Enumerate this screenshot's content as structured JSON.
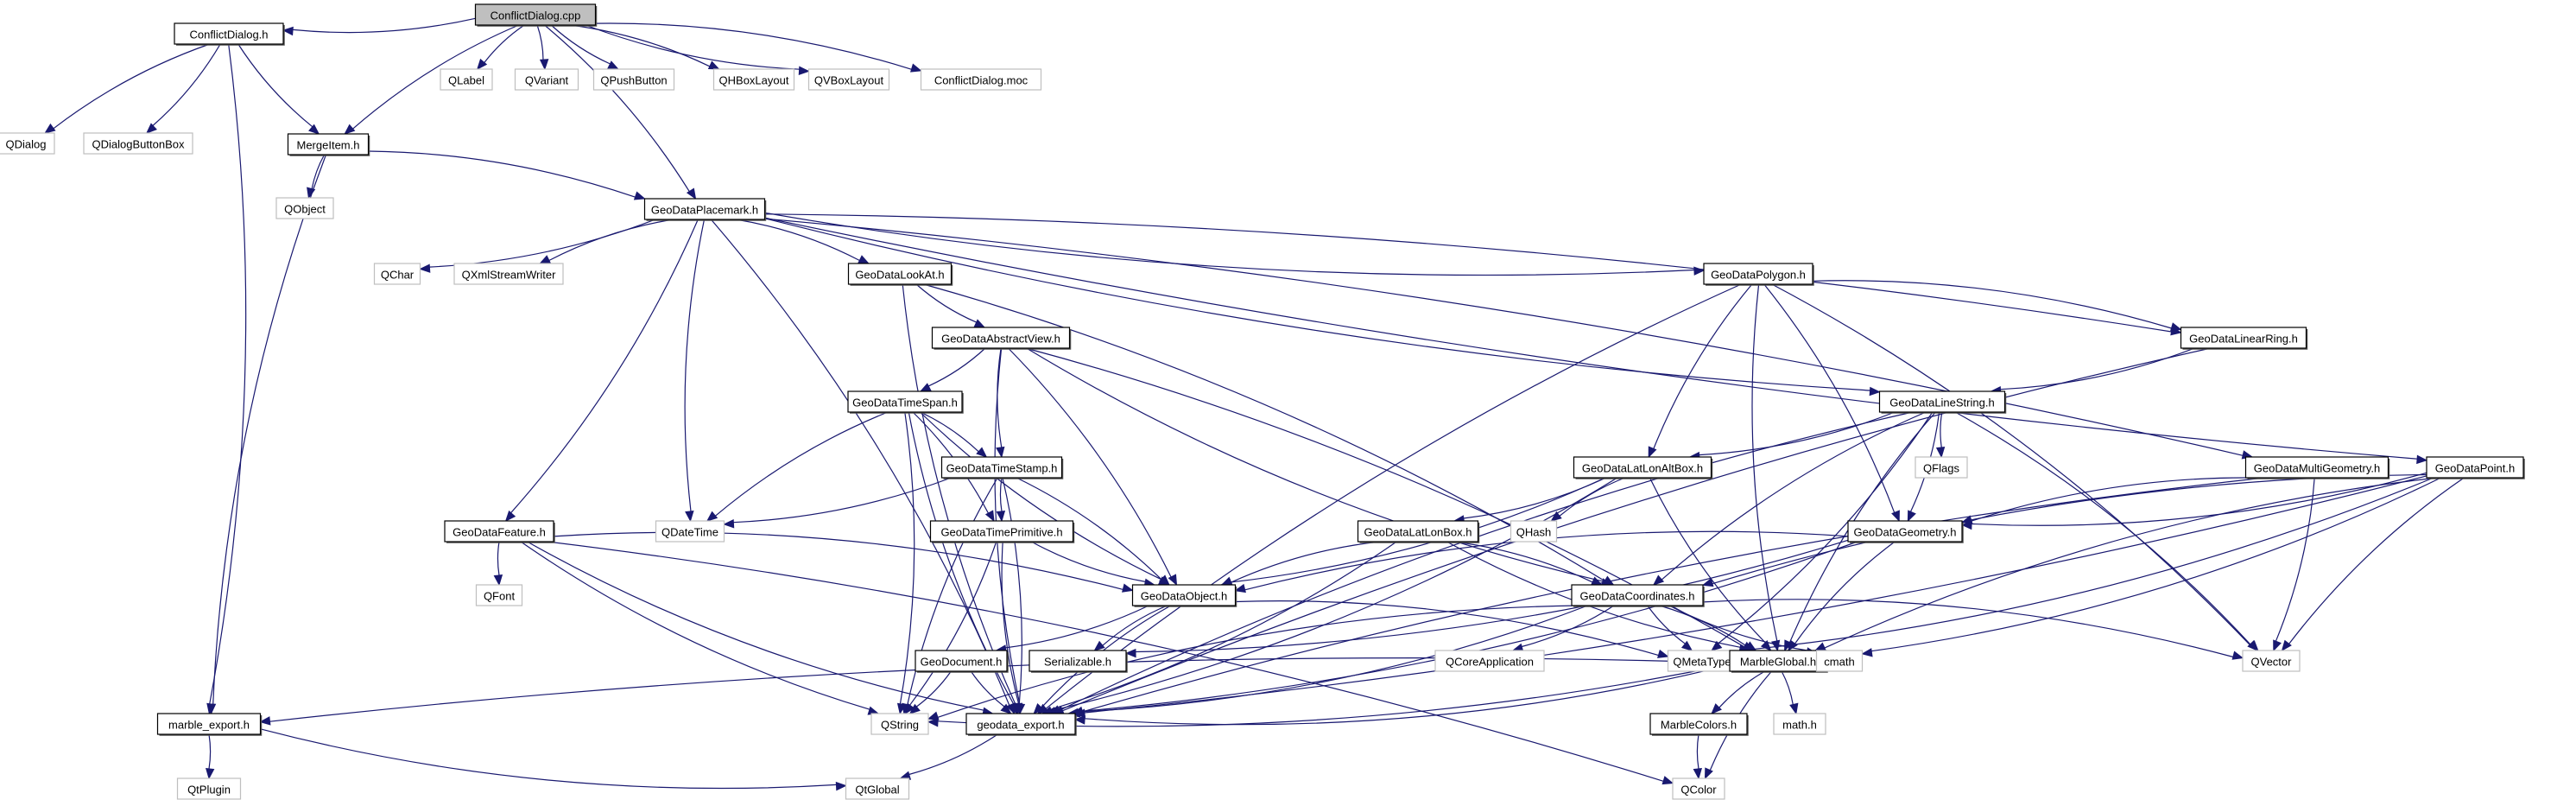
{
  "title": "ConflictDialog.cpp include dependency graph",
  "colors": {
    "edge": "#191970",
    "root_fill": "#bfbfbf",
    "local_border": "#000000",
    "external_border": "#bfbfbf"
  },
  "nodes": [
    {
      "id": "ConflictDialog.cpp",
      "kind": "root"
    },
    {
      "id": "ConflictDialog.h",
      "kind": "local"
    },
    {
      "id": "QLabel",
      "kind": "external"
    },
    {
      "id": "QVariant",
      "kind": "external"
    },
    {
      "id": "QPushButton",
      "kind": "external"
    },
    {
      "id": "QHBoxLayout",
      "kind": "external"
    },
    {
      "id": "QVBoxLayout",
      "kind": "external"
    },
    {
      "id": "ConflictDialog.moc",
      "kind": "external"
    },
    {
      "id": "QDialog",
      "kind": "external"
    },
    {
      "id": "QDialogButtonBox",
      "kind": "external"
    },
    {
      "id": "MergeItem.h",
      "kind": "local"
    },
    {
      "id": "QObject",
      "kind": "external"
    },
    {
      "id": "GeoDataPlacemark.h",
      "kind": "local"
    },
    {
      "id": "QChar",
      "kind": "external"
    },
    {
      "id": "QXmlStreamWriter",
      "kind": "external"
    },
    {
      "id": "GeoDataLookAt.h",
      "kind": "local"
    },
    {
      "id": "GeoDataPolygon.h",
      "kind": "local"
    },
    {
      "id": "GeoDataLinearRing.h",
      "kind": "local"
    },
    {
      "id": "GeoDataAbstractView.h",
      "kind": "local"
    },
    {
      "id": "GeoDataTimeSpan.h",
      "kind": "local"
    },
    {
      "id": "GeoDataLineString.h",
      "kind": "local"
    },
    {
      "id": "GeoDataTimeStamp.h",
      "kind": "local"
    },
    {
      "id": "GeoDataLatLonAltBox.h",
      "kind": "local"
    },
    {
      "id": "QFlags",
      "kind": "external"
    },
    {
      "id": "GeoDataMultiGeometry.h",
      "kind": "local"
    },
    {
      "id": "GeoDataPoint.h",
      "kind": "local"
    },
    {
      "id": "GeoDataFeature.h",
      "kind": "local"
    },
    {
      "id": "QDateTime",
      "kind": "external"
    },
    {
      "id": "GeoDataTimePrimitive.h",
      "kind": "local"
    },
    {
      "id": "GeoDataLatLonBox.h",
      "kind": "local"
    },
    {
      "id": "QHash",
      "kind": "external"
    },
    {
      "id": "GeoDataGeometry.h",
      "kind": "local"
    },
    {
      "id": "QFont",
      "kind": "external"
    },
    {
      "id": "GeoDataObject.h",
      "kind": "local"
    },
    {
      "id": "GeoDataCoordinates.h",
      "kind": "local"
    },
    {
      "id": "GeoDocument.h",
      "kind": "local"
    },
    {
      "id": "Serializable.h",
      "kind": "local"
    },
    {
      "id": "QCoreApplication",
      "kind": "external"
    },
    {
      "id": "QMetaType",
      "kind": "external"
    },
    {
      "id": "MarbleGlobal.h",
      "kind": "local"
    },
    {
      "id": "cmath",
      "kind": "external"
    },
    {
      "id": "QVector",
      "kind": "external"
    },
    {
      "id": "marble_export.h",
      "kind": "local"
    },
    {
      "id": "QString",
      "kind": "external"
    },
    {
      "id": "geodata_export.h",
      "kind": "local"
    },
    {
      "id": "MarbleColors.h",
      "kind": "local"
    },
    {
      "id": "math.h",
      "kind": "external"
    },
    {
      "id": "QtPlugin",
      "kind": "external"
    },
    {
      "id": "QtGlobal",
      "kind": "external"
    },
    {
      "id": "QColor",
      "kind": "external"
    }
  ],
  "edges": [
    [
      "ConflictDialog.cpp",
      "ConflictDialog.h"
    ],
    [
      "ConflictDialog.cpp",
      "MergeItem.h"
    ],
    [
      "ConflictDialog.cpp",
      "GeoDataPlacemark.h"
    ],
    [
      "ConflictDialog.cpp",
      "QLabel"
    ],
    [
      "ConflictDialog.cpp",
      "QVariant"
    ],
    [
      "ConflictDialog.cpp",
      "QPushButton"
    ],
    [
      "ConflictDialog.cpp",
      "QHBoxLayout"
    ],
    [
      "ConflictDialog.cpp",
      "QVBoxLayout"
    ],
    [
      "ConflictDialog.cpp",
      "ConflictDialog.moc"
    ],
    [
      "ConflictDialog.h",
      "QDialog"
    ],
    [
      "ConflictDialog.h",
      "QDialogButtonBox"
    ],
    [
      "ConflictDialog.h",
      "MergeItem.h"
    ],
    [
      "ConflictDialog.h",
      "marble_export.h"
    ],
    [
      "MergeItem.h",
      "QObject"
    ],
    [
      "MergeItem.h",
      "GeoDataPlacemark.h"
    ],
    [
      "MergeItem.h",
      "marble_export.h"
    ],
    [
      "GeoDataPlacemark.h",
      "QChar"
    ],
    [
      "GeoDataPlacemark.h",
      "QXmlStreamWriter"
    ],
    [
      "GeoDataPlacemark.h",
      "GeoDataFeature.h"
    ],
    [
      "GeoDataPlacemark.h",
      "QDateTime"
    ],
    [
      "GeoDataPlacemark.h",
      "GeoDataLookAt.h"
    ],
    [
      "GeoDataPlacemark.h",
      "GeoDataPolygon.h"
    ],
    [
      "GeoDataPlacemark.h",
      "GeoDataLinearRing.h"
    ],
    [
      "GeoDataPlacemark.h",
      "GeoDataLineString.h"
    ],
    [
      "GeoDataPlacemark.h",
      "GeoDataMultiGeometry.h"
    ],
    [
      "GeoDataPlacemark.h",
      "GeoDataPoint.h"
    ],
    [
      "GeoDataPlacemark.h",
      "geodata_export.h"
    ],
    [
      "GeoDataLookAt.h",
      "GeoDataAbstractView.h"
    ],
    [
      "GeoDataLookAt.h",
      "GeoDataCoordinates.h"
    ],
    [
      "GeoDataLookAt.h",
      "geodata_export.h"
    ],
    [
      "GeoDataAbstractView.h",
      "GeoDataTimeSpan.h"
    ],
    [
      "GeoDataAbstractView.h",
      "GeoDataTimeStamp.h"
    ],
    [
      "GeoDataAbstractView.h",
      "GeoDataObject.h"
    ],
    [
      "GeoDataAbstractView.h",
      "GeoDataCoordinates.h"
    ],
    [
      "GeoDataAbstractView.h",
      "MarbleGlobal.h"
    ],
    [
      "GeoDataAbstractView.h",
      "geodata_export.h"
    ],
    [
      "GeoDataTimeSpan.h",
      "GeoDataTimeStamp.h"
    ],
    [
      "GeoDataTimeSpan.h",
      "QDateTime"
    ],
    [
      "GeoDataTimeSpan.h",
      "GeoDataTimePrimitive.h"
    ],
    [
      "GeoDataTimeSpan.h",
      "GeoDataObject.h"
    ],
    [
      "GeoDataTimeSpan.h",
      "QString"
    ],
    [
      "GeoDataTimeSpan.h",
      "geodata_export.h"
    ],
    [
      "GeoDataTimeStamp.h",
      "QDateTime"
    ],
    [
      "GeoDataTimeStamp.h",
      "GeoDataTimePrimitive.h"
    ],
    [
      "GeoDataTimeStamp.h",
      "GeoDataObject.h"
    ],
    [
      "GeoDataTimeStamp.h",
      "QString"
    ],
    [
      "GeoDataTimeStamp.h",
      "geodata_export.h"
    ],
    [
      "GeoDataTimePrimitive.h",
      "GeoDataObject.h"
    ],
    [
      "GeoDataTimePrimitive.h",
      "QString"
    ],
    [
      "GeoDataTimePrimitive.h",
      "geodata_export.h"
    ],
    [
      "GeoDataPolygon.h",
      "GeoDataLinearRing.h"
    ],
    [
      "GeoDataPolygon.h",
      "GeoDataLatLonAltBox.h"
    ],
    [
      "GeoDataPolygon.h",
      "GeoDataGeometry.h"
    ],
    [
      "GeoDataPolygon.h",
      "MarbleGlobal.h"
    ],
    [
      "GeoDataPolygon.h",
      "QVector"
    ],
    [
      "GeoDataPolygon.h",
      "geodata_export.h"
    ],
    [
      "GeoDataLinearRing.h",
      "GeoDataLineString.h"
    ],
    [
      "GeoDataLinearRing.h",
      "geodata_export.h"
    ],
    [
      "GeoDataLineString.h",
      "GeoDataLatLonAltBox.h"
    ],
    [
      "GeoDataLineString.h",
      "QFlags"
    ],
    [
      "GeoDataLineString.h",
      "GeoDataGeometry.h"
    ],
    [
      "GeoDataLineString.h",
      "GeoDataCoordinates.h"
    ],
    [
      "GeoDataLineString.h",
      "QMetaType"
    ],
    [
      "GeoDataLineString.h",
      "MarbleGlobal.h"
    ],
    [
      "GeoDataLineString.h",
      "QVector"
    ],
    [
      "GeoDataLineString.h",
      "geodata_export.h"
    ],
    [
      "GeoDataLatLonAltBox.h",
      "GeoDataLatLonBox.h"
    ],
    [
      "GeoDataLatLonAltBox.h",
      "QHash"
    ],
    [
      "GeoDataLatLonAltBox.h",
      "GeoDataObject.h"
    ],
    [
      "GeoDataLatLonAltBox.h",
      "MarbleGlobal.h"
    ],
    [
      "GeoDataLatLonAltBox.h",
      "geodata_export.h"
    ],
    [
      "GeoDataLatLonBox.h",
      "GeoDataObject.h"
    ],
    [
      "GeoDataLatLonBox.h",
      "GeoDataCoordinates.h"
    ],
    [
      "GeoDataLatLonBox.h",
      "MarbleGlobal.h"
    ],
    [
      "GeoDataLatLonBox.h",
      "geodata_export.h"
    ],
    [
      "GeoDataMultiGeometry.h",
      "GeoDataGeometry.h"
    ],
    [
      "GeoDataMultiGeometry.h",
      "QVector"
    ],
    [
      "GeoDataMultiGeometry.h",
      "geodata_export.h"
    ],
    [
      "GeoDataPoint.h",
      "GeoDataGeometry.h"
    ],
    [
      "GeoDataPoint.h",
      "GeoDataCoordinates.h"
    ],
    [
      "GeoDataPoint.h",
      "QMetaType"
    ],
    [
      "GeoDataPoint.h",
      "MarbleGlobal.h"
    ],
    [
      "GeoDataPoint.h",
      "cmath"
    ],
    [
      "GeoDataPoint.h",
      "QVector"
    ],
    [
      "GeoDataPoint.h",
      "geodata_export.h"
    ],
    [
      "GeoDataGeometry.h",
      "GeoDataObject.h"
    ],
    [
      "GeoDataGeometry.h",
      "Serializable.h"
    ],
    [
      "GeoDataGeometry.h",
      "MarbleGlobal.h"
    ],
    [
      "GeoDataGeometry.h",
      "geodata_export.h"
    ],
    [
      "GeoDataFeature.h",
      "QFont"
    ],
    [
      "GeoDataFeature.h",
      "GeoDataObject.h"
    ],
    [
      "GeoDataFeature.h",
      "QString"
    ],
    [
      "GeoDataFeature.h",
      "QColor"
    ],
    [
      "GeoDataFeature.h",
      "geodata_export.h"
    ],
    [
      "GeoDataObject.h",
      "GeoDocument.h"
    ],
    [
      "GeoDataObject.h",
      "Serializable.h"
    ],
    [
      "GeoDataObject.h",
      "QMetaType"
    ],
    [
      "GeoDataObject.h",
      "geodata_export.h"
    ],
    [
      "GeoDocument.h",
      "QString"
    ],
    [
      "GeoDocument.h",
      "geodata_export.h"
    ],
    [
      "GeoDataCoordinates.h",
      "QCoreApplication"
    ],
    [
      "GeoDataCoordinates.h",
      "QMetaType"
    ],
    [
      "GeoDataCoordinates.h",
      "MarbleGlobal.h"
    ],
    [
      "GeoDataCoordinates.h",
      "cmath"
    ],
    [
      "GeoDataCoordinates.h",
      "QVector"
    ],
    [
      "GeoDataCoordinates.h",
      "QString"
    ],
    [
      "GeoDataCoordinates.h",
      "geodata_export.h"
    ],
    [
      "MarbleGlobal.h",
      "MarbleColors.h"
    ],
    [
      "MarbleGlobal.h",
      "math.h"
    ],
    [
      "MarbleGlobal.h",
      "QColor"
    ],
    [
      "MarbleGlobal.h",
      "QString"
    ],
    [
      "MarbleGlobal.h",
      "marble_export.h"
    ],
    [
      "MarbleGlobal.h",
      "geodata_export.h"
    ],
    [
      "MarbleColors.h",
      "QColor"
    ],
    [
      "marble_export.h",
      "QtPlugin"
    ],
    [
      "marble_export.h",
      "QtGlobal"
    ],
    [
      "geodata_export.h",
      "QtGlobal"
    ]
  ]
}
